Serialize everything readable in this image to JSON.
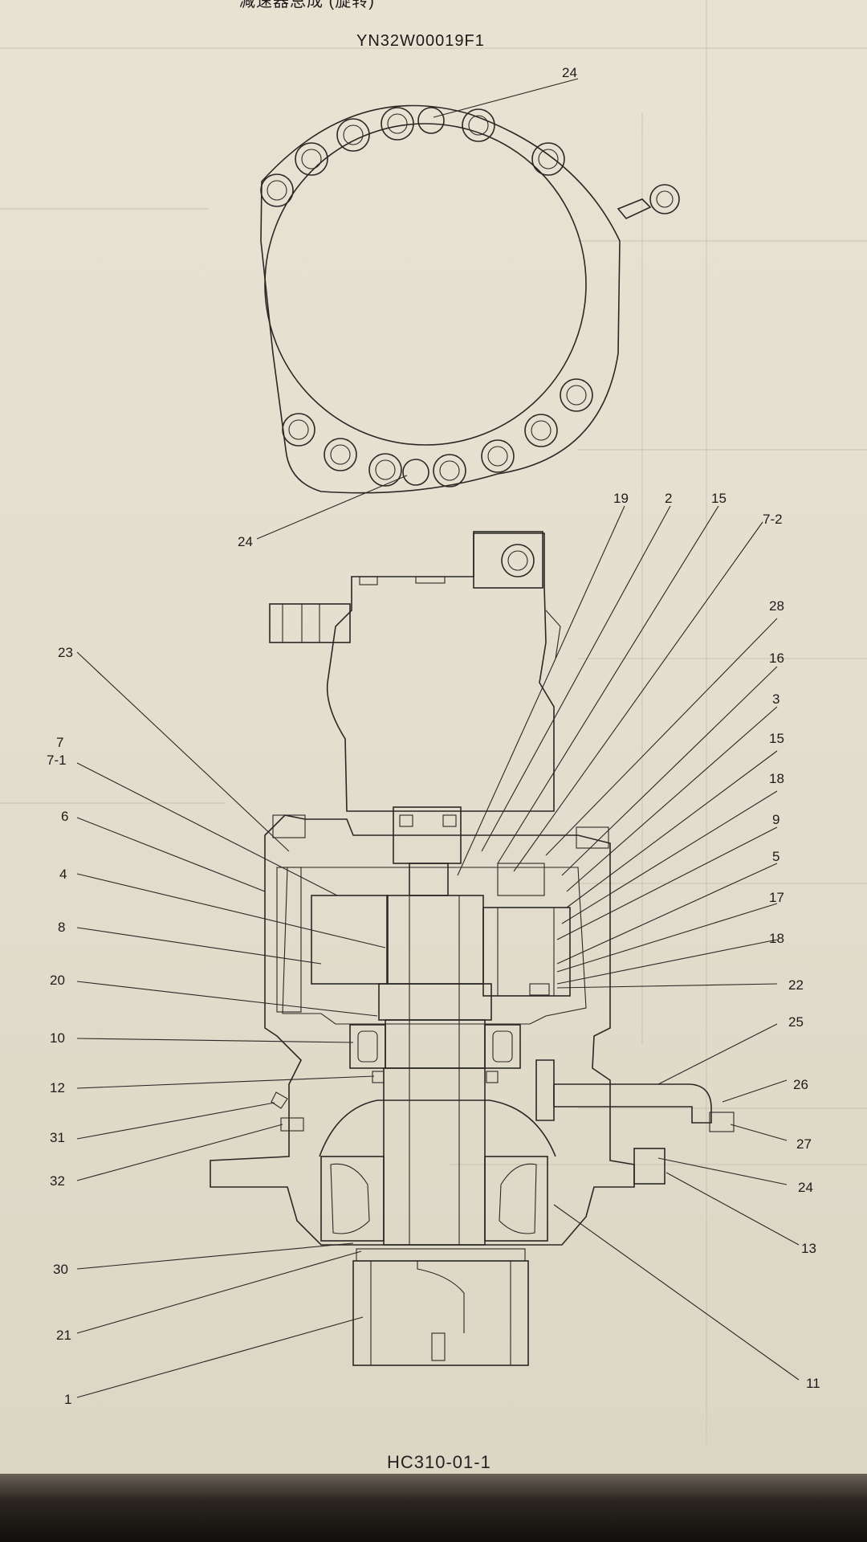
{
  "document": {
    "header_partial": "减速器总成 (旋转)",
    "drawing_number": "YN32W00019F1",
    "footer_code": "HC310-01-1"
  },
  "callouts": [
    {
      "id": "c24a",
      "label": "24"
    },
    {
      "id": "c24b",
      "label": "24"
    },
    {
      "id": "c19",
      "label": "19"
    },
    {
      "id": "c2",
      "label": "2"
    },
    {
      "id": "c15a",
      "label": "15"
    },
    {
      "id": "c7-2",
      "label": "7-2"
    },
    {
      "id": "c28",
      "label": "28"
    },
    {
      "id": "c16",
      "label": "16"
    },
    {
      "id": "c3",
      "label": "3"
    },
    {
      "id": "c15b",
      "label": "15"
    },
    {
      "id": "c18a",
      "label": "18"
    },
    {
      "id": "c9",
      "label": "9"
    },
    {
      "id": "c5",
      "label": "5"
    },
    {
      "id": "c17",
      "label": "17"
    },
    {
      "id": "c18b",
      "label": "18"
    },
    {
      "id": "c22",
      "label": "22"
    },
    {
      "id": "c25",
      "label": "25"
    },
    {
      "id": "c26",
      "label": "26"
    },
    {
      "id": "c27",
      "label": "27"
    },
    {
      "id": "c24c",
      "label": "24"
    },
    {
      "id": "c13",
      "label": "13"
    },
    {
      "id": "c11",
      "label": "11"
    },
    {
      "id": "c23",
      "label": "23"
    },
    {
      "id": "c7",
      "label": "7"
    },
    {
      "id": "c7-1",
      "label": "7-1"
    },
    {
      "id": "c6",
      "label": "6"
    },
    {
      "id": "c4",
      "label": "4"
    },
    {
      "id": "c8",
      "label": "8"
    },
    {
      "id": "c20",
      "label": "20"
    },
    {
      "id": "c10",
      "label": "10"
    },
    {
      "id": "c12",
      "label": "12"
    },
    {
      "id": "c31",
      "label": "31"
    },
    {
      "id": "c32",
      "label": "32"
    },
    {
      "id": "c30",
      "label": "30"
    },
    {
      "id": "c21",
      "label": "21"
    },
    {
      "id": "c1",
      "label": "1"
    }
  ]
}
